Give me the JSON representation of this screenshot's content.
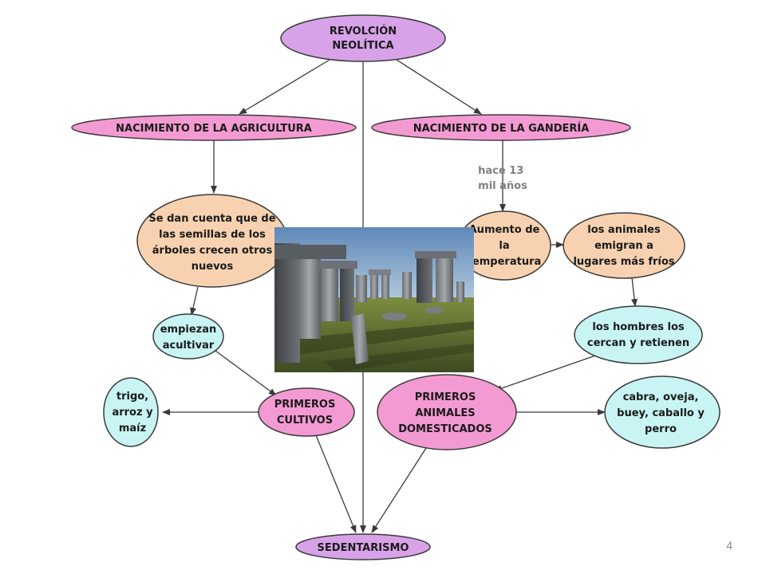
{
  "colors": {
    "purple": "#d8a2e8",
    "pink": "#f49ad2",
    "orange": "#f8d2b0",
    "cyan": "#c8f4f4",
    "stroke": "#3a3a3a"
  },
  "nodes": {
    "revolucion": [
      "REVOLCIÓN",
      "NEOLÍTICA"
    ],
    "agricultura": [
      "NACIMIENTO DE LA AGRICULTURA"
    ],
    "ganaderia": [
      "NACIMIENTO DE LA GANDERÍA"
    ],
    "semillas": [
      "Se dan cuenta que de",
      "las semillas de los",
      "árboles crecen otros",
      "nuevos"
    ],
    "temperatura": [
      "Aumento de",
      "la",
      "temperatura"
    ],
    "animales_emigran": [
      "los animales",
      "emigran a",
      "lugares más fríos"
    ],
    "empiezan": [
      "empiezan",
      "acultivar"
    ],
    "hombres": [
      "los hombres los",
      "cercan y retienen"
    ],
    "trigo": [
      "trigo,",
      "arroz y",
      "maíz"
    ],
    "cultivos": [
      "PRIMEROS",
      "CULTIVOS"
    ],
    "domesticados": [
      "PRIMEROS",
      "ANIMALES",
      "DOMESTICADOS"
    ],
    "cabra": [
      "cabra, oveja,",
      "buey, caballo y",
      "perro"
    ],
    "sedentarismo": [
      "SEDENTARISMO"
    ]
  },
  "edge_labels": {
    "hace13": [
      "hace 13",
      "mil años"
    ]
  },
  "page_number": "4"
}
